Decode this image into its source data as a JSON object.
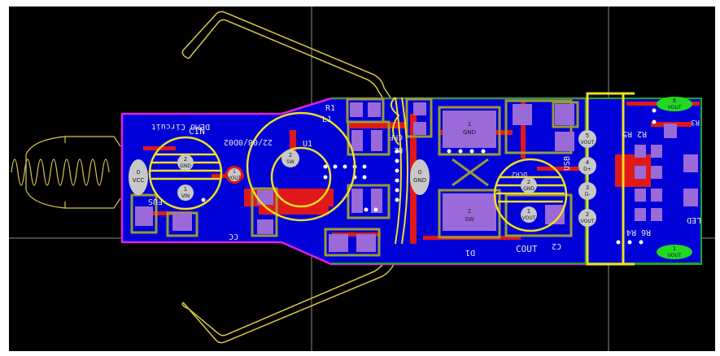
{
  "pads": {
    "vcc": {
      "num": "0",
      "net": "VCC"
    },
    "gnd": {
      "num": "0",
      "net": "GND"
    },
    "cin2": {
      "num": "2",
      "net": "GND"
    },
    "cin1": {
      "num": "1",
      "net": "VIN"
    },
    "vout": {
      "num": "1",
      "net": "VOUT"
    },
    "l1sw": {
      "num": "2",
      "net": "SW"
    },
    "cout2": {
      "num": "2",
      "net": "GND"
    },
    "cout1": {
      "num": "1",
      "net": "VOUT"
    },
    "usb5": {
      "num": "5",
      "net": "VOUT"
    },
    "usb4": {
      "num": "4",
      "net": "D+"
    },
    "usb3": {
      "num": "3",
      "net": "D-"
    },
    "usb2": {
      "num": "2",
      "net": "VOUT"
    },
    "voutTop": {
      "num": "6",
      "net": "VOUT"
    },
    "voutBottom": {
      "num": "1",
      "net": "VOUT"
    },
    "d1gnd": {
      "num": "1",
      "net": "GND"
    },
    "d1sw": {
      "num": "2",
      "net": "SW"
    }
  },
  "silk": {
    "demo": "DEMO Circuit",
    "partno": "22/08/0D02",
    "cin": "CIN",
    "u1": "U1",
    "l1": "L1",
    "r1": "R1",
    "fuse": "FUS",
    "cc": "CC",
    "r2": "R2",
    "cff": "CFF",
    "d1": "D1",
    "cout": "COUT",
    "c2": "C2",
    "pcb": "DCR2",
    "usb": "USB",
    "r2r5": "R2 R5",
    "r3": "R3",
    "r6r4": "R6 R4",
    "led": "LED"
  },
  "colors": {
    "background": "#000000",
    "copper_top": "#0000d8",
    "traces": "#e01818",
    "board_outline": "#e020e0",
    "silkscreen": "#f0e020",
    "keepout": "#1fa81f"
  }
}
